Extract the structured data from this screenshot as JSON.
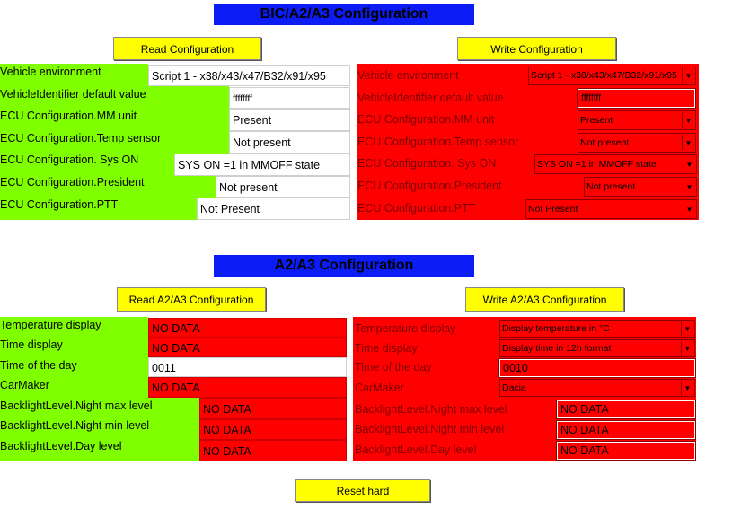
{
  "section1": {
    "title": "BIC/A2/A3 Configuration",
    "read_button": "Read Configuration",
    "write_button": "Write Configuration",
    "read_rows": [
      {
        "label": "Vehicle environment",
        "value": "Script 1 - x38/x43/x47/B32/x91/x95"
      },
      {
        "label": "VehicleIdentifier default value",
        "value": "ffffffff"
      },
      {
        "label": "ECU Configuration.MM unit",
        "value": "Present"
      },
      {
        "label": "ECU Configuration.Temp sensor",
        "value": "Not present"
      },
      {
        "label": "ECU Configuration. Sys ON",
        "value": "SYS ON =1 in MMOFF state"
      },
      {
        "label": "ECU Configuration.President",
        "value": "Not present"
      },
      {
        "label": "ECU Configuration.PTT",
        "value": "Not Present"
      }
    ],
    "write_rows": [
      {
        "label": "Vehicle environment",
        "value": "Script 1 - x38/x43/x47/B32/x91/x95"
      },
      {
        "label": "VehicleIdentifier default value",
        "value": "ffffffff"
      },
      {
        "label": "ECU Configuration.MM unit",
        "value": "Present"
      },
      {
        "label": "ECU Configuration.Temp sensor",
        "value": "Not present"
      },
      {
        "label": "ECU Configuration. Sys ON",
        "value": "SYS ON =1 in MMOFF state"
      },
      {
        "label": "ECU Configuration.President",
        "value": "Not present"
      },
      {
        "label": "ECU Configuration.PTT",
        "value": "Not Present"
      }
    ]
  },
  "section2": {
    "title": "A2/A3 Configuration",
    "read_button": "Read A2/A3 Configuration",
    "write_button": "Write A2/A3 Configuration",
    "read_rows": [
      {
        "label": "Temperature display",
        "value": "NO DATA"
      },
      {
        "label": "Time display",
        "value": "NO DATA"
      },
      {
        "label": "Time of the day",
        "value": "0011"
      },
      {
        "label": "CarMaker",
        "value": "NO DATA"
      },
      {
        "label": "BacklightLevel.Night max level",
        "value": "NO DATA"
      },
      {
        "label": "BacklightLevel.Night min level",
        "value": "NO DATA"
      },
      {
        "label": "BacklightLevel.Day level",
        "value": "NO DATA"
      }
    ],
    "write_rows": [
      {
        "label": "Temperature display",
        "value": "Display temperature in °C"
      },
      {
        "label": "Time display",
        "value": "Display time in 12h format"
      },
      {
        "label": "Time of the day",
        "value": "0010"
      },
      {
        "label": "CarMaker",
        "value": "Dacia"
      },
      {
        "label": "BacklightLevel.Night max level",
        "value": "NO DATA"
      },
      {
        "label": "BacklightLevel.Night min level",
        "value": "NO DATA"
      },
      {
        "label": "BacklightLevel.Day level",
        "value": "NO DATA"
      }
    ]
  },
  "reset_button": "Reset hard",
  "colors": {
    "title_bg": "#0b1cf5",
    "button_bg": "#ffff00",
    "read_panel": "#80ff00",
    "write_panel": "#ff0000"
  }
}
